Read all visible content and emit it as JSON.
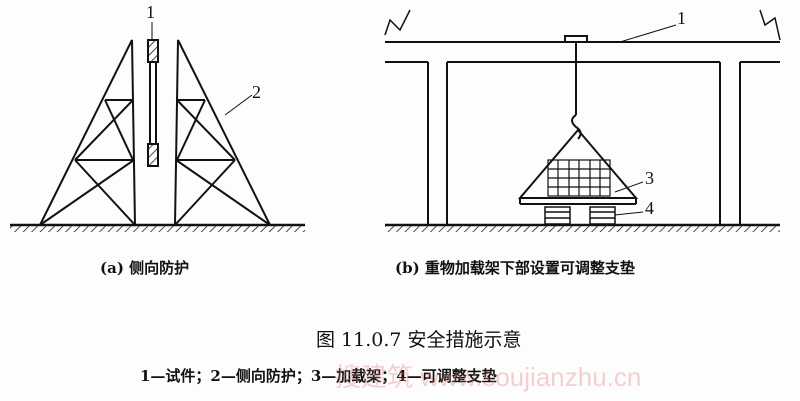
{
  "figure": {
    "part_a": {
      "caption": "(a) 侧向防护",
      "labels": [
        "1",
        "2"
      ]
    },
    "part_b": {
      "caption": "(b) 重物加载架下部设置可调整支垫",
      "labels": [
        "1",
        "3",
        "4"
      ]
    },
    "title": "图 11.0.7   安全措施示意",
    "legend": "1—试件；2—侧向防护；3—加载架；4—可调整支垫",
    "watermark": "搜建筑 www.soujianzhu.cn"
  }
}
